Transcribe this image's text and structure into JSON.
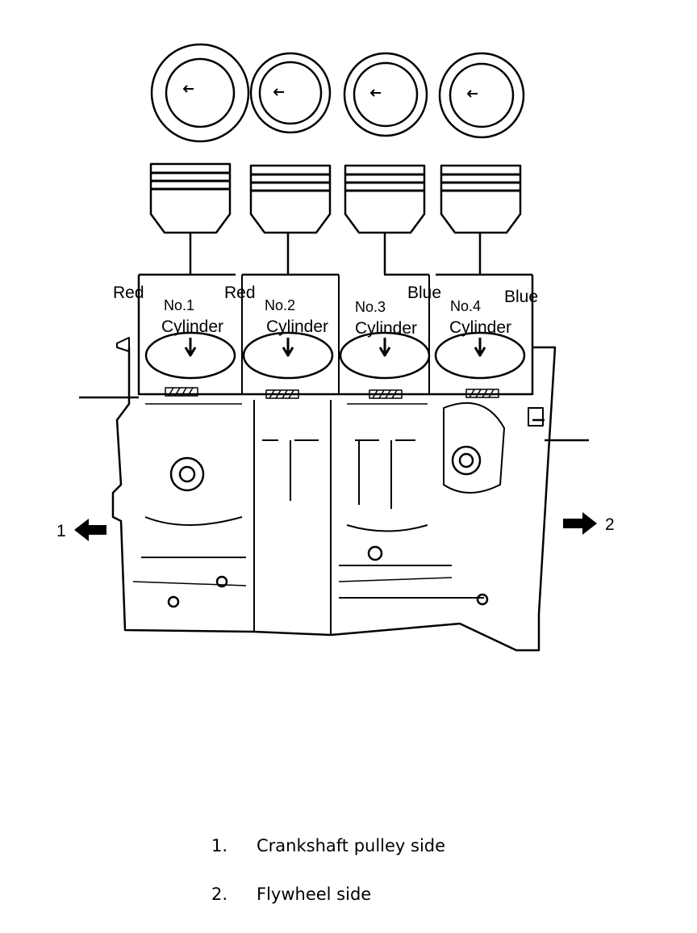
{
  "cylinders": [
    {
      "number": "No.1",
      "word": "Cylinder",
      "color_label": "Red"
    },
    {
      "number": "No.2",
      "word": "Cylinder",
      "color_label": "Red"
    },
    {
      "number": "No.3",
      "word": "Cylinder",
      "color_label": "Blue"
    },
    {
      "number": "No.4",
      "word": "Cylinder",
      "color_label": "Blue"
    }
  ],
  "arrows": {
    "left_label": "1",
    "right_label": "2"
  },
  "legend": [
    {
      "number": "1.",
      "text": "Crankshaft pulley side"
    },
    {
      "number": "2.",
      "text": "Flywheel side"
    }
  ]
}
